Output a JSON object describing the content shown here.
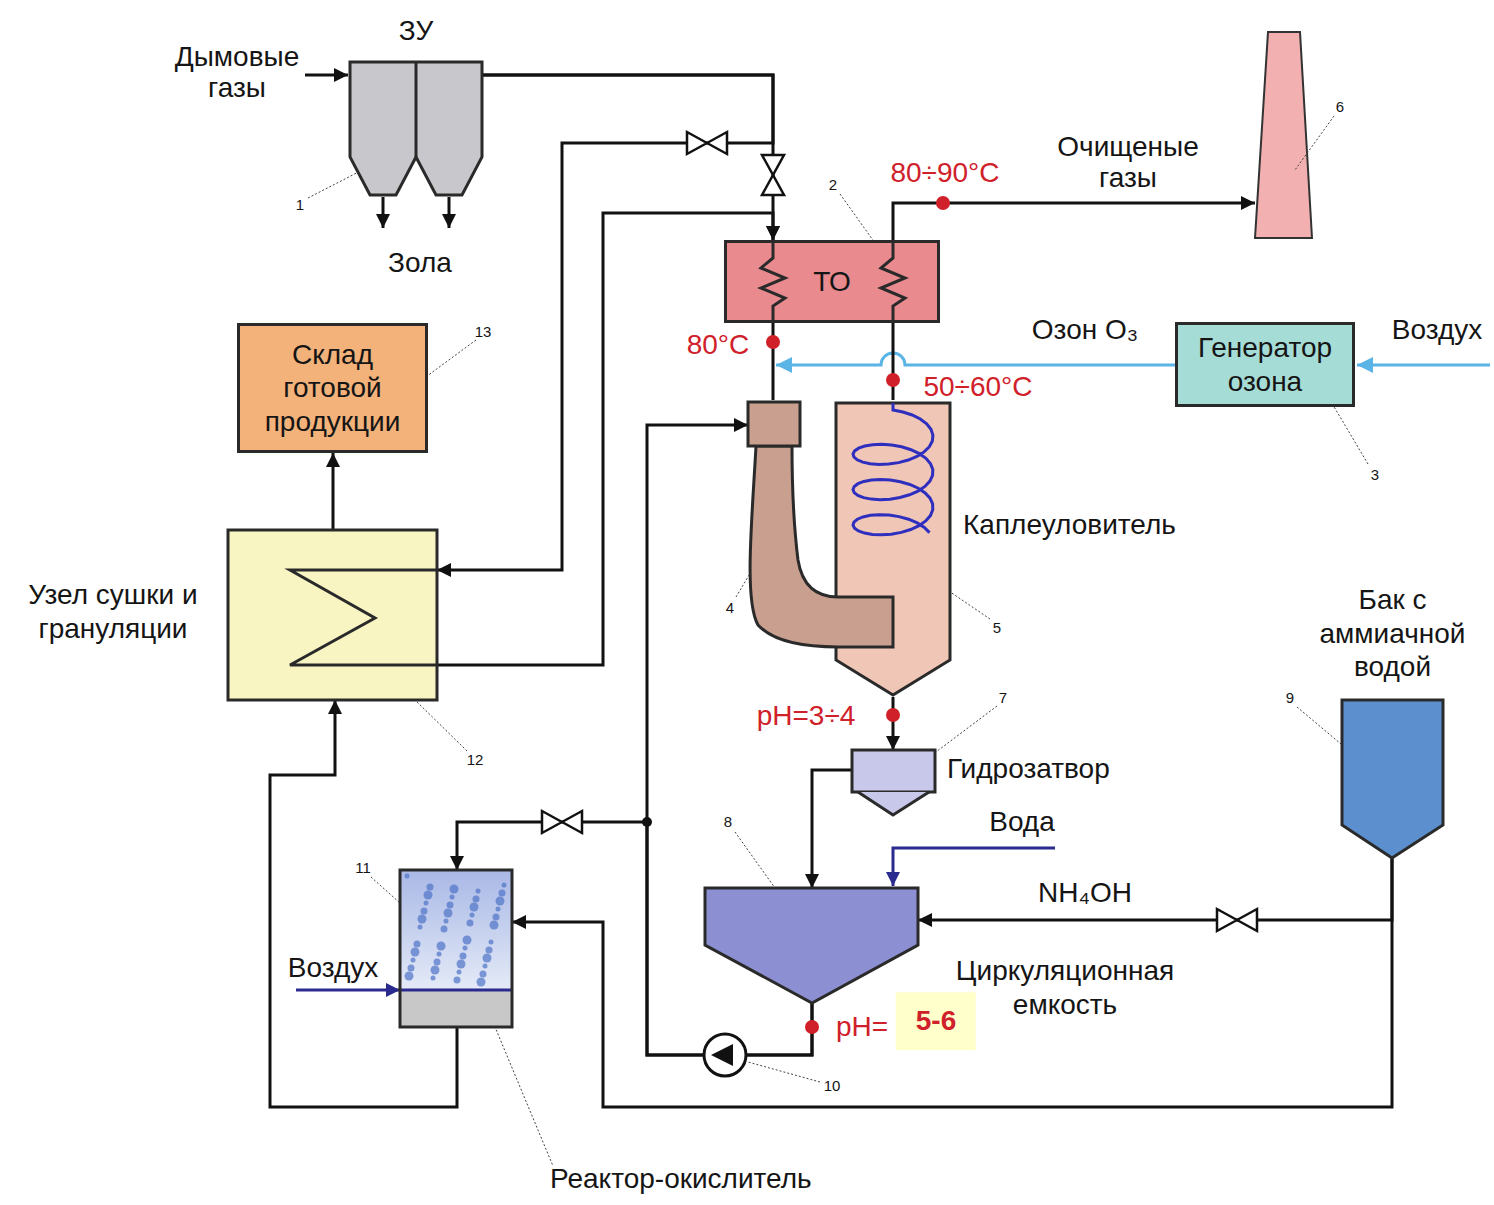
{
  "diagram": {
    "nodes": [
      {
        "text": [
          "ЗУ"
        ]
      },
      {
        "text": [
          "ТО"
        ]
      },
      {
        "text": [
          "Генератор озона"
        ]
      },
      {
        "text": [
          "Каплеуловитель"
        ]
      },
      {
        "text": [
          "Склад готовой продукции"
        ]
      },
      {
        "text": [
          "Узел сушки и грануляции"
        ]
      },
      {
        "text": [
          "Гидрозатвор"
        ]
      },
      {
        "text": [
          "Бак с аммиачной водой"
        ]
      },
      {
        "text": [
          "Циркуляционная емкость"
        ]
      },
      {
        "text": [
          "Реактор-окислитель"
        ]
      }
    ],
    "edges": [
      {
        "from": 0,
        "to": 1,
        "arrow": "to"
      },
      {
        "from": 0,
        "to": 5,
        "arrow": "to"
      },
      {
        "from": 5,
        "to": 1,
        "arrow": "to"
      },
      {
        "from": 1,
        "to": 3,
        "arrow": "none"
      },
      {
        "from": 3,
        "to": 1,
        "arrow": "none"
      },
      {
        "from": 3,
        "to": 6,
        "arrow": "to",
        "label": "pH=3÷4"
      },
      {
        "from": 6,
        "to": 8,
        "arrow": "to"
      },
      {
        "from": 7,
        "to": 8,
        "arrow": "to",
        "label": "NH₄OH"
      },
      {
        "from": 7,
        "to": 9,
        "arrow": "to"
      },
      {
        "from": 8,
        "to": 3,
        "arrow": "to"
      },
      {
        "from": 8,
        "to": 9,
        "arrow": "to"
      },
      {
        "from": 9,
        "to": 5,
        "arrow": "to"
      },
      {
        "from": 5,
        "to": 4,
        "arrow": "to"
      }
    ],
    "labels": [
      "Дымовые газы",
      "Зола",
      "1",
      "2",
      "80÷90°C",
      "Очищеные газы",
      "6",
      "80°C",
      "Озон O₃",
      "Воздух",
      "3",
      "50÷60°C",
      "4",
      "5",
      "7",
      "Вода",
      "8",
      "9",
      "11",
      "Воздух",
      "12",
      "13",
      "pH=",
      "5-6",
      "10"
    ]
  }
}
